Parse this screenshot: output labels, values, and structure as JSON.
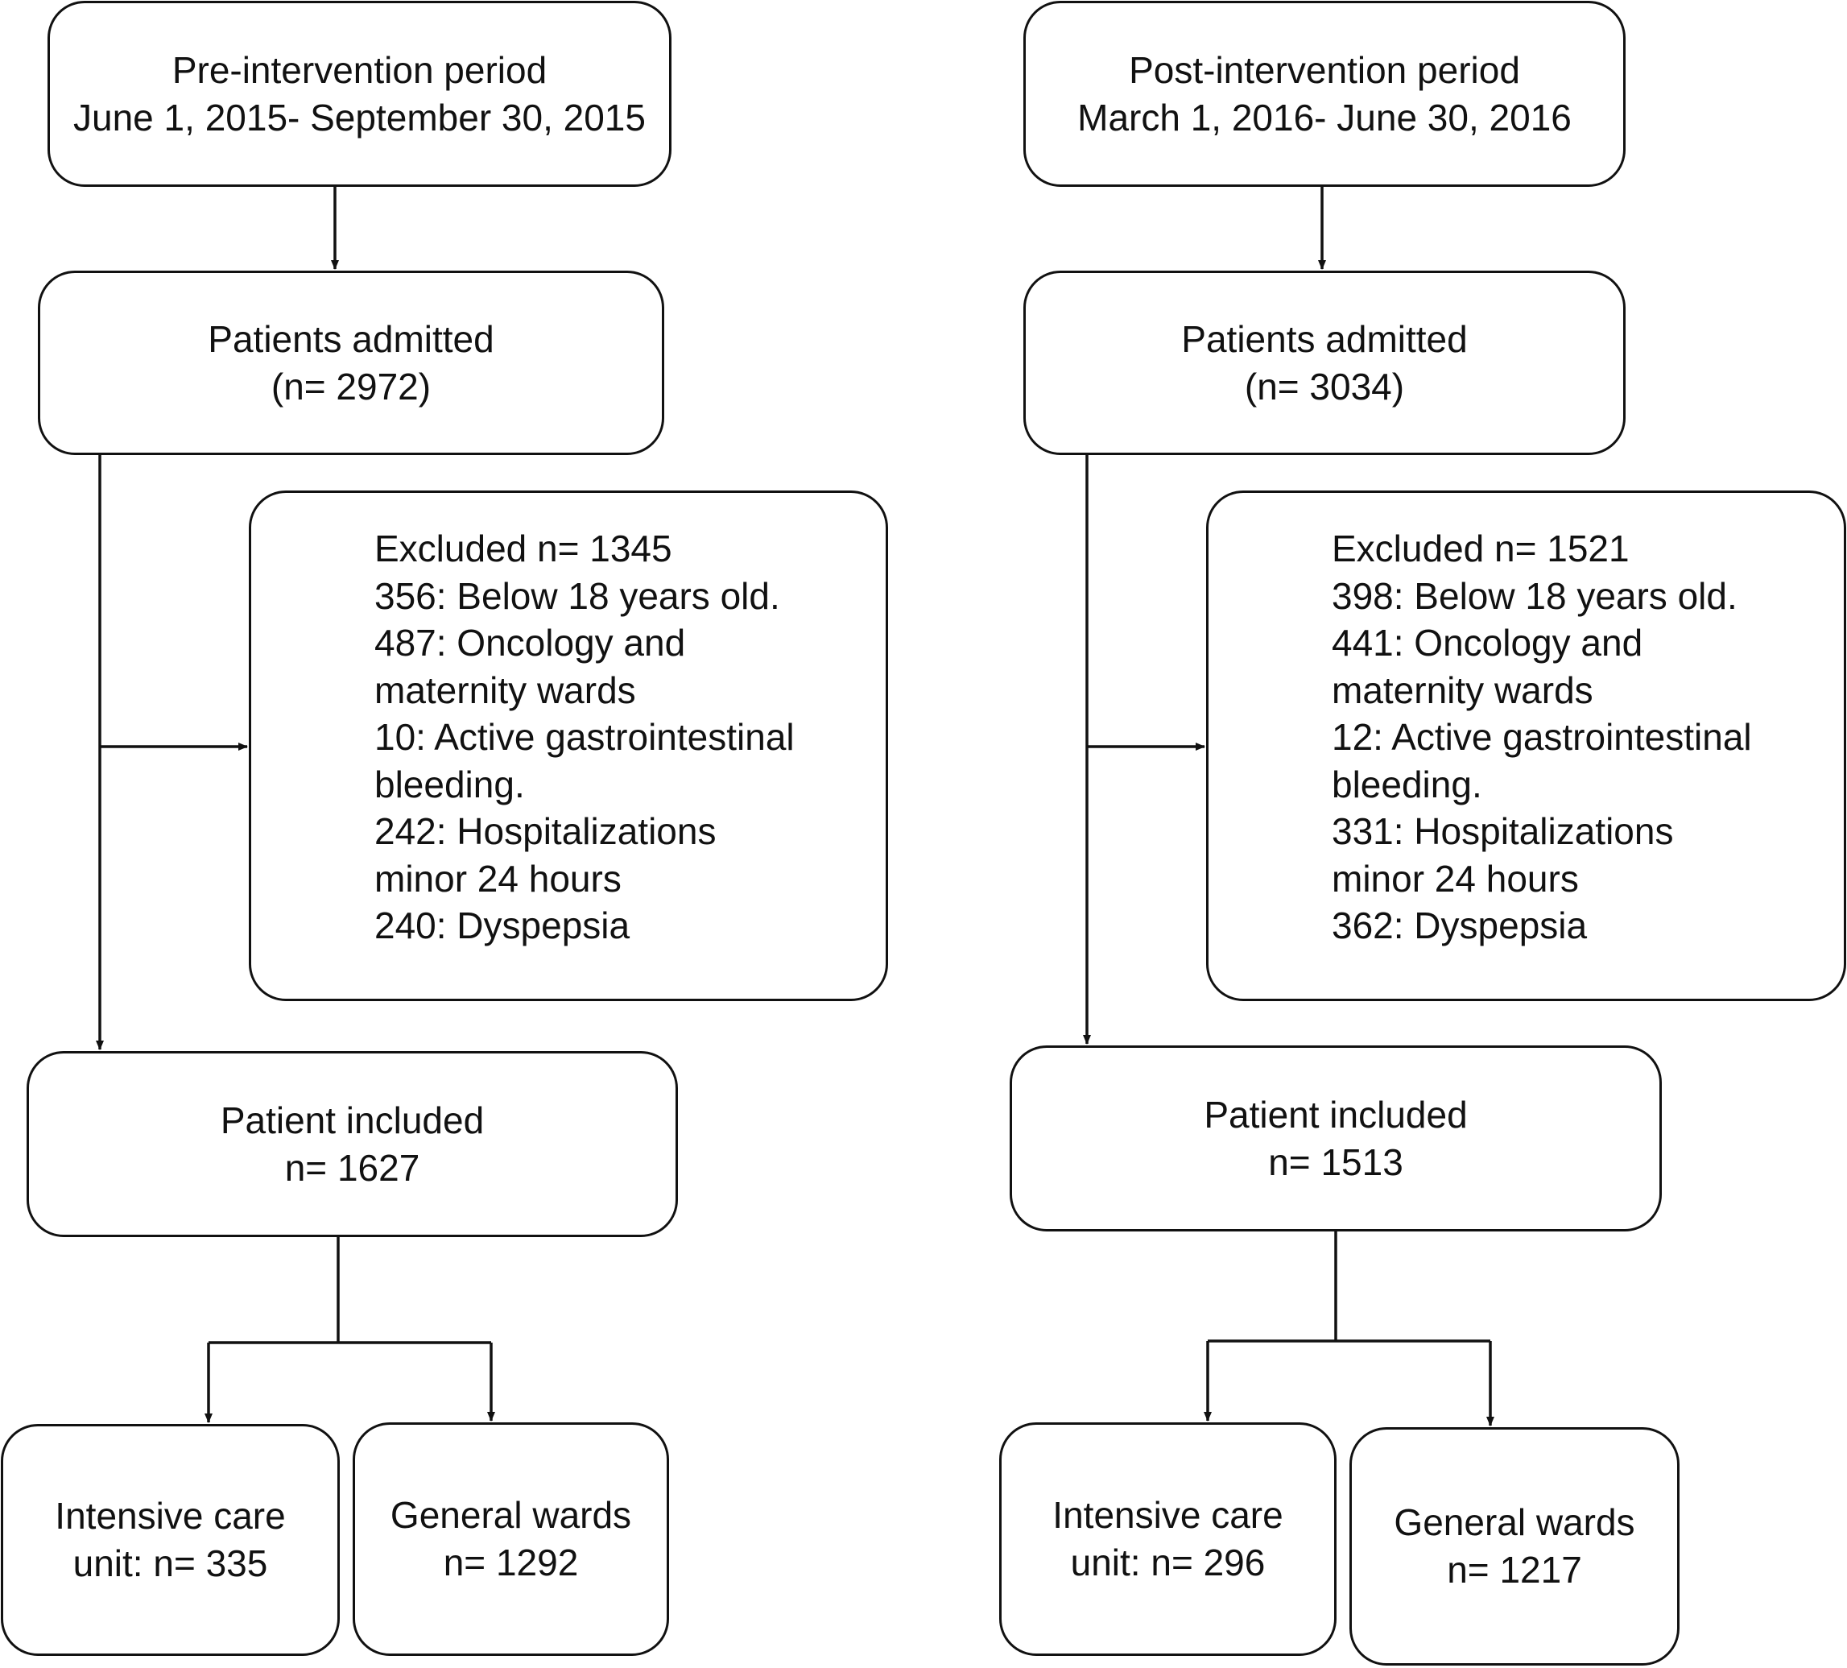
{
  "pre": {
    "period": "Pre-intervention period",
    "dates": "June 1, 2015- September 30, 2015",
    "admitted_label": "Patients admitted",
    "admitted_n": "(n= 2972)",
    "excluded": [
      "Excluded n= 1345",
      "356: Below 18 years old.",
      "487: Oncology and",
      "maternity wards",
      "10: Active gastrointestinal",
      "bleeding.",
      "242: Hospitalizations",
      "minor 24 hours",
      "240: Dyspepsia"
    ],
    "included_label": "Patient included",
    "included_n": "n= 1627",
    "icu_line1": "Intensive care",
    "icu_line2": "unit: n= 335",
    "general_line1": "General wards",
    "general_line2": "n= 1292"
  },
  "post": {
    "period": "Post-intervention period",
    "dates": "March 1, 2016- June 30, 2016",
    "admitted_label": "Patients admitted",
    "admitted_n": "(n= 3034)",
    "excluded": [
      "Excluded n= 1521",
      "398: Below 18 years old.",
      "441: Oncology and",
      "maternity wards",
      "12: Active gastrointestinal",
      "bleeding.",
      "331: Hospitalizations",
      "minor 24 hours",
      "362: Dyspepsia"
    ],
    "included_label": "Patient included",
    "included_n": "n= 1513",
    "icu_line1": "Intensive care",
    "icu_line2": "unit: n= 296",
    "general_line1": "General wards",
    "general_line2": "n= 1217"
  }
}
